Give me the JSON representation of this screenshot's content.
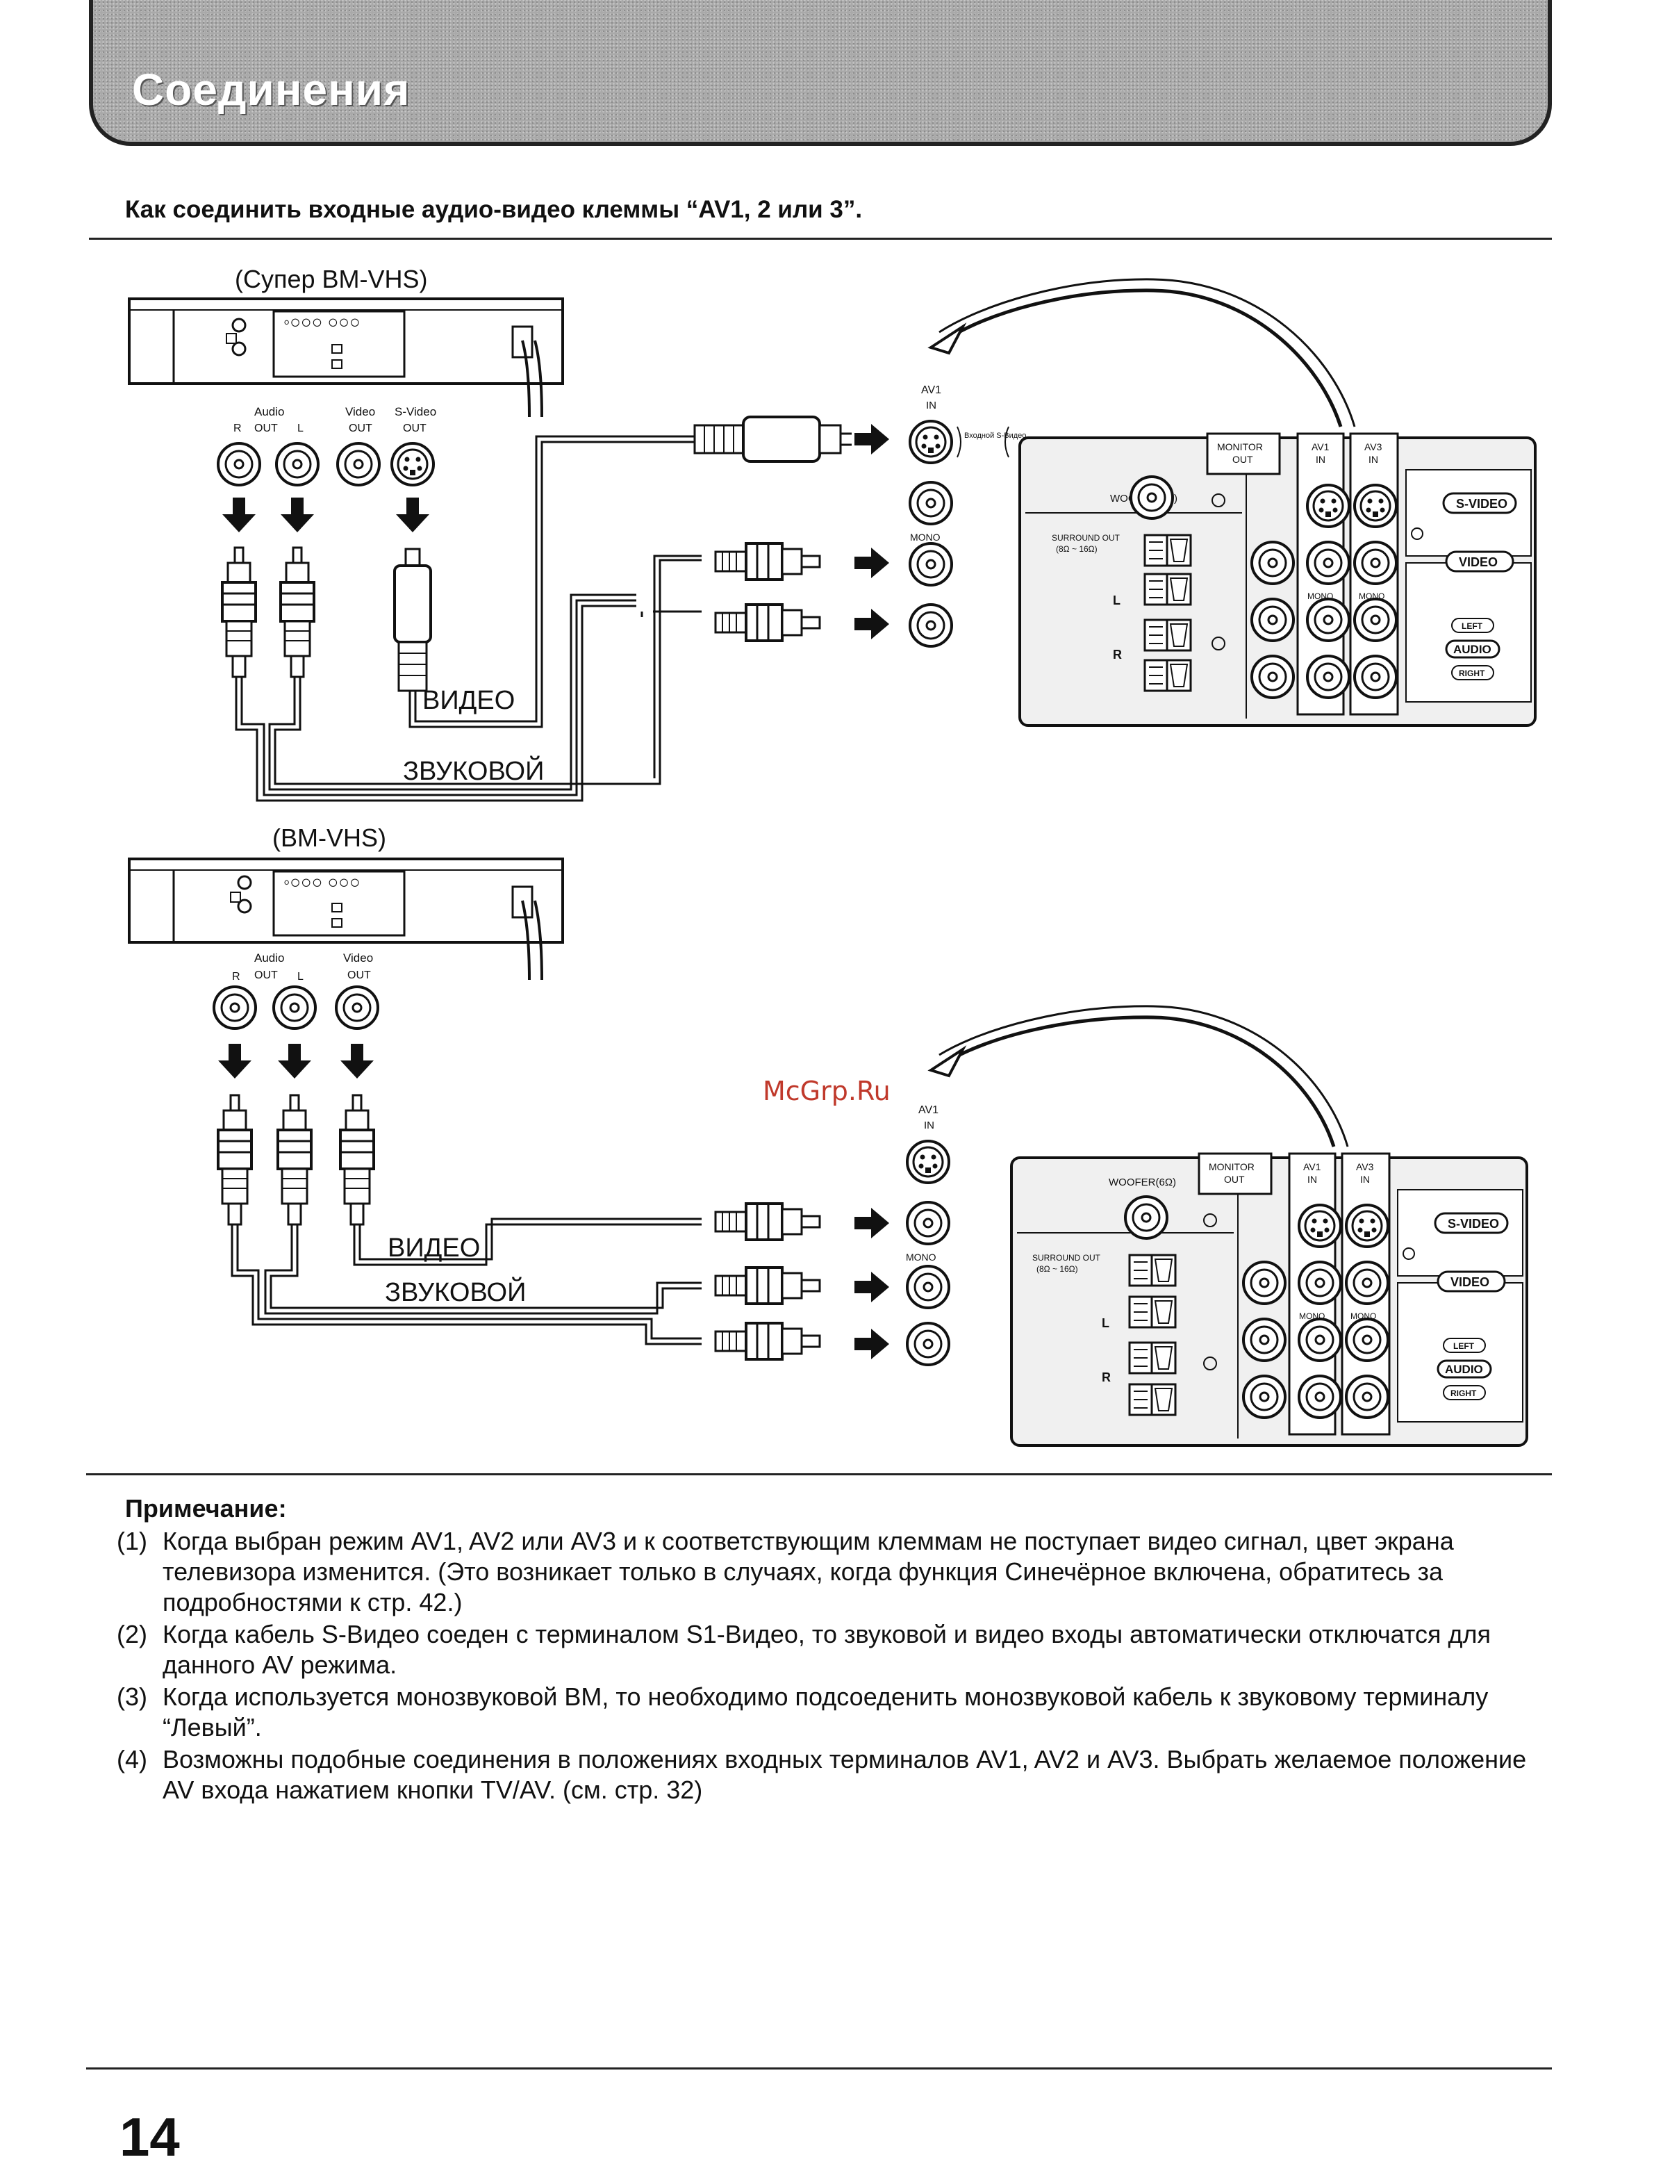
{
  "header": {
    "title": "Соединения"
  },
  "subtitle": "Как соединить входные аудио-видео клеммы “AV1, 2 или 3”.",
  "diagram_top": {
    "vcr_label": "(Супер ВМ-VHS)",
    "audio_label": "Audio",
    "out_label": "OUT",
    "r_label": "R",
    "l_label": "L",
    "video_out_label": "Video",
    "svideo_out_label": "S-Video",
    "video_cable_label": "ВИДЕО",
    "audio_cable_label": "ЗВУКОВОЙ",
    "av1_label": "AV1",
    "in_label": "IN",
    "svideo_note": "Входной S-Видео",
    "mono_label": "MONO"
  },
  "diagram_bottom": {
    "vcr_label": "(ВМ-VHS)",
    "audio_label": "Audio",
    "out_label": "OUT",
    "r_label": "R",
    "l_label": "L",
    "video_out_label": "Video",
    "video_cable_label": "ВИДЕО",
    "audio_cable_label": "ЗВУКОВОЙ",
    "av1_label": "AV1",
    "in_label": "IN",
    "mono_label": "MONO"
  },
  "tv_panel": {
    "woofer": "WOOFER(6Ω)",
    "monitor": "MONITOR",
    "out": "OUT",
    "av1": "AV1",
    "av3": "AV3",
    "in": "IN",
    "surround_out": "SURROUND OUT",
    "surround_ohm": "(8Ω ~ 16Ω)",
    "mono": "MONO",
    "svideo": "S-VIDEO",
    "video": "VIDEO",
    "left": "LEFT",
    "audio": "AUDIO",
    "right": "RIGHT",
    "l": "L",
    "r": "R"
  },
  "watermark": "McGrp.Ru",
  "notes": {
    "heading": "Примечание:",
    "items": [
      {
        "num": "(1)",
        "text": "Когда выбран режим AV1, AV2 или AV3 и к соответствующим клеммам не поступает видео сигнал, цвет экрана телевизора изменится. (Это возникает только в случаях, когда функция Синечёрное включена, обратитесь за подробностями к стр. 42.)"
      },
      {
        "num": "(2)",
        "text": "Когда кабель S-Видео соеден с терминалом S1-Видео, то звуковой и видео входы автоматически отключатся для данного AV режима."
      },
      {
        "num": "(3)",
        "text": "Когда используется монозвуковой ВМ, то необходимо подсоеденить монозвуковой кабель к звуковому терминалу “Левый”."
      },
      {
        "num": "(4)",
        "text": "Возможны подобные соединения в положениях входных терминалов AV1, AV2 и AV3. Выбрать желаемое положение AV входа нажатием кнопки TV/AV. (см. стр. 32)"
      }
    ]
  },
  "page_number": "14"
}
